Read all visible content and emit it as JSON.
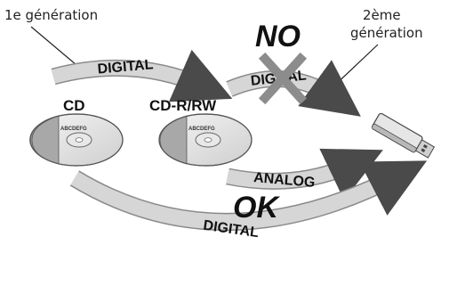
{
  "labels": {
    "first_generation": "1e génération",
    "second_generation_line1": "2ème",
    "second_generation_line2": "génération",
    "cd": "CD",
    "cdr": "CD-R/RW",
    "disc_print": "ABCDEFG"
  },
  "arrows": {
    "cd_to_cdr": "DIGITAL",
    "cdr_to_usb": "DIGITAL",
    "cdr_to_usb_analog": "ANALOG",
    "cd_to_usb": "DIGITAL"
  },
  "verdicts": {
    "no": "NO",
    "ok": "OK"
  },
  "icons": {
    "cross": "cross-mark-icon",
    "usb": "usb-stick-icon"
  },
  "colors": {
    "arrow_fill": "#d6d6d6",
    "arrow_stroke": "#8a8a8a",
    "cross": "#8c8c8c",
    "disc_dark": "#9a9a9a",
    "disc_light": "#e8e8e8",
    "text": "#111111"
  }
}
